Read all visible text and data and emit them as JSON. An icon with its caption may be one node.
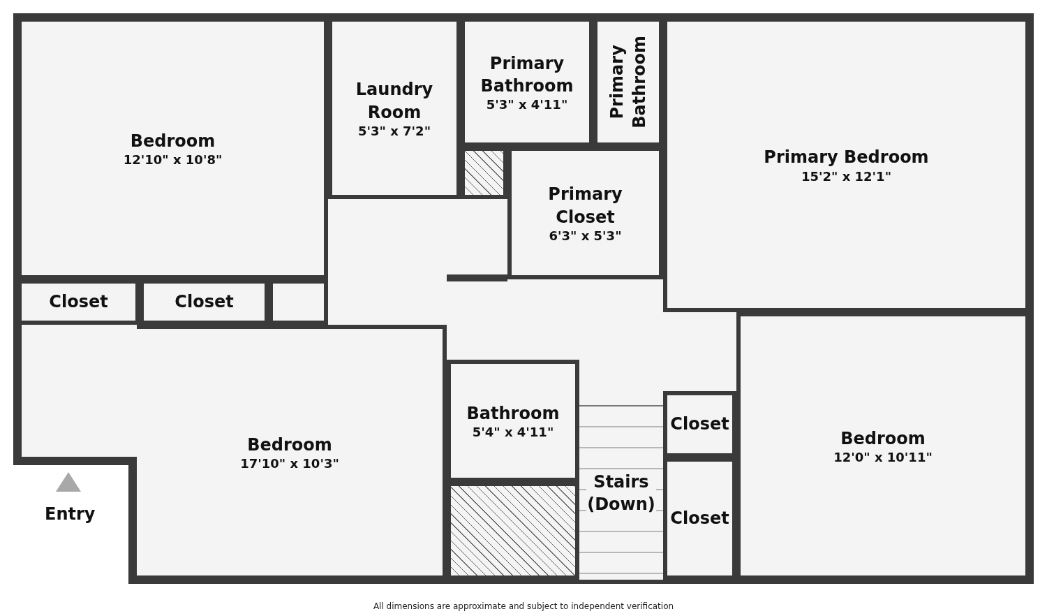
{
  "diagram": {
    "caption": "All dimensions are approximate and subject to independent verification",
    "nodes": [
      {
        "text": [
          "Bedroom",
          "12'10\" x 10'8\""
        ]
      },
      {
        "text": [
          "Laundry Room",
          "5'3\" x 7'2\""
        ]
      },
      {
        "text": [
          "Primary Bathroom",
          "5'3\" x 4'11\""
        ]
      },
      {
        "text": [
          "Primary Bathroom"
        ]
      },
      {
        "text": [],
        "shape": "box"
      },
      {
        "text": [
          "Primary Closet",
          "6'3\" x 5'3\""
        ]
      },
      {
        "text": [
          "Primary Bedroom",
          "15'2\" x 12'1\""
        ]
      },
      {
        "text": [
          "Closet"
        ]
      },
      {
        "text": [
          "Closet"
        ]
      },
      {
        "text": [
          "Bedroom",
          "17'10\" x 10'3\""
        ]
      },
      {
        "text": [
          "Bathroom",
          "5'4\" x 4'11\""
        ]
      },
      {
        "text": [],
        "shape": "box"
      },
      {
        "text": [
          "Closet"
        ]
      },
      {
        "text": [
          "Stairs (Down)"
        ]
      },
      {
        "text": [
          "Closet"
        ]
      },
      {
        "text": [
          "Bedroom",
          "12'0\" x 10'11\""
        ]
      },
      {
        "text": [],
        "shape": "box"
      }
    ],
    "edges": [],
    "labels": [
      "Entry"
    ]
  }
}
